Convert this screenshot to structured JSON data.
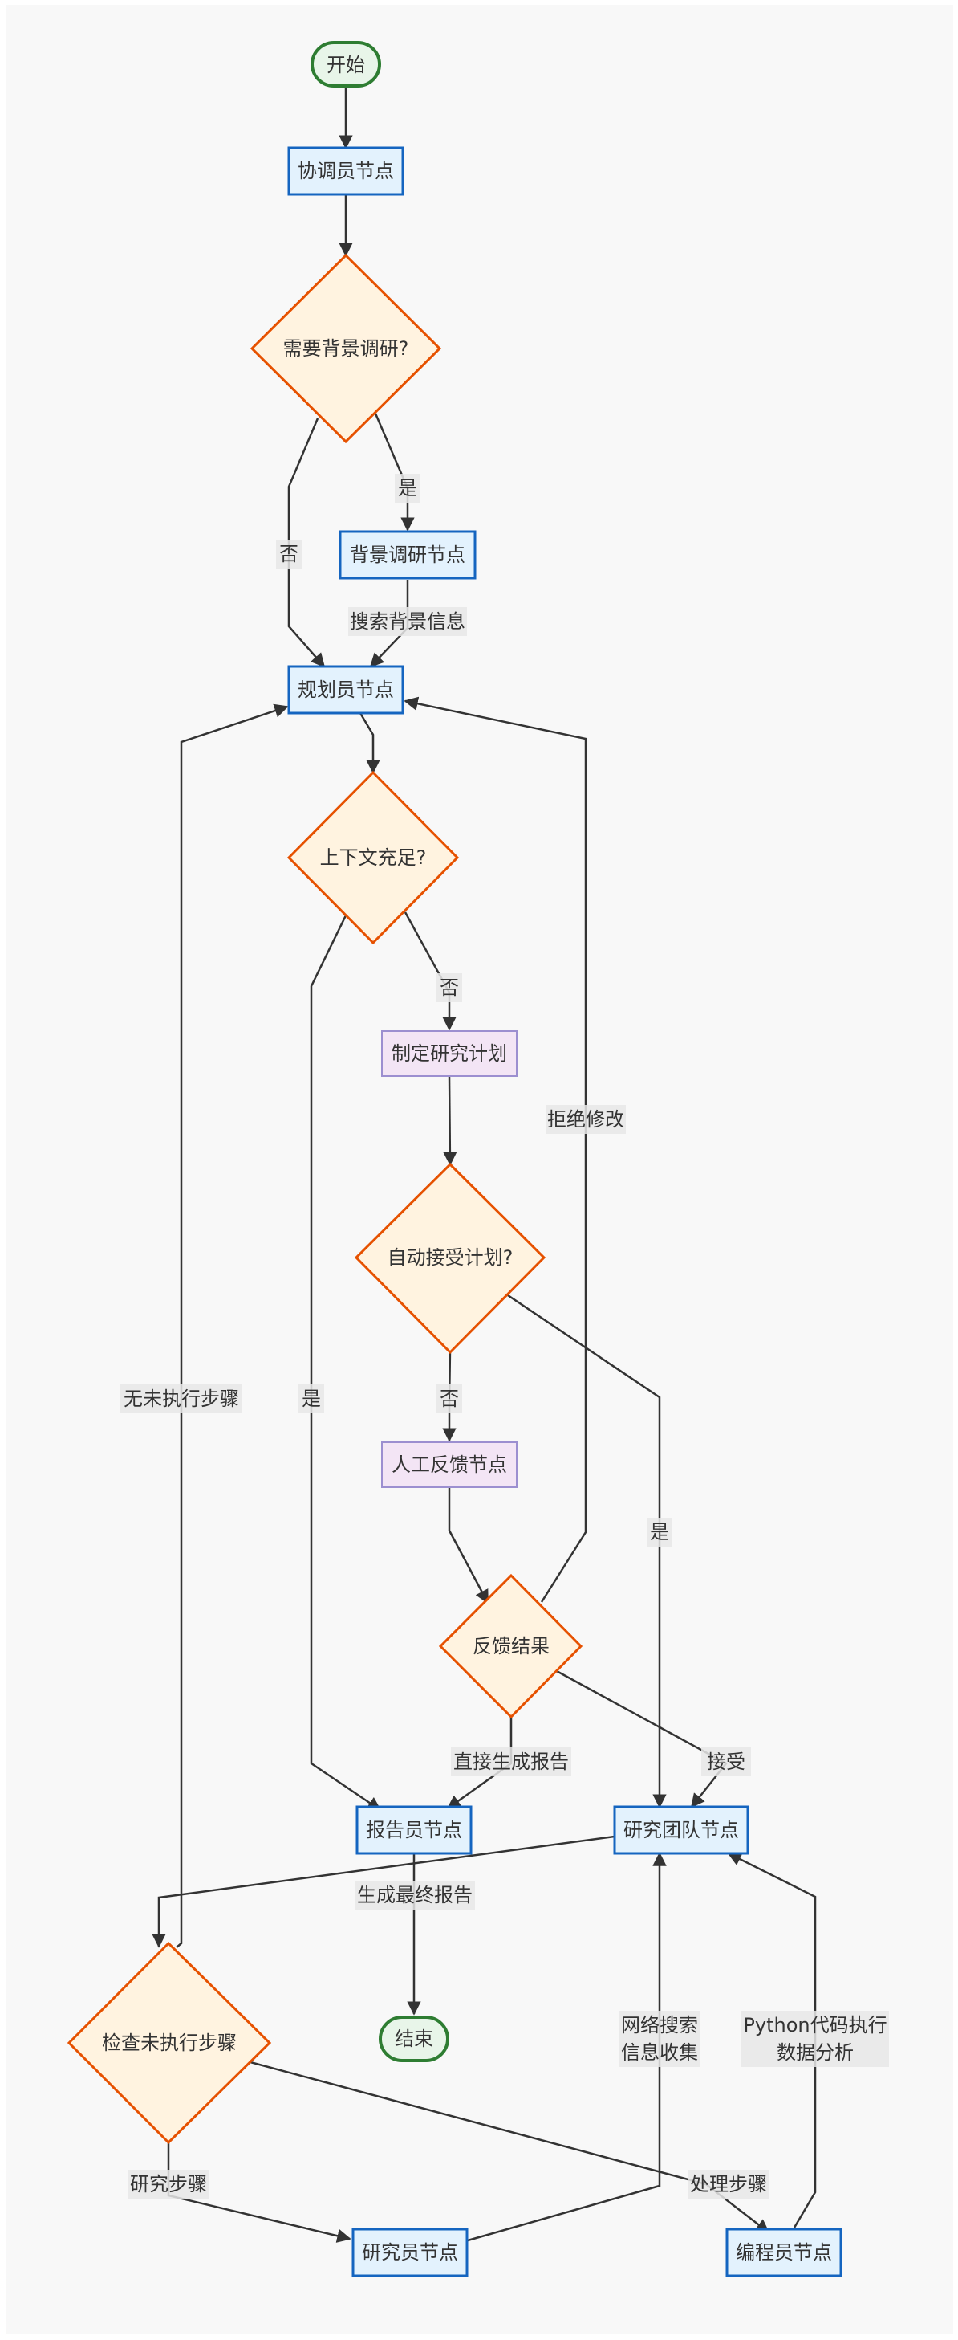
{
  "diagram": {
    "nodes": {
      "start": {
        "label": "开始",
        "shape": "terminal"
      },
      "coordinator": {
        "label": "协调员节点",
        "shape": "process"
      },
      "need_bg": {
        "label": "需要背景调研?",
        "shape": "decision"
      },
      "bg_research": {
        "label": "背景调研节点",
        "shape": "process"
      },
      "planner": {
        "label": "规划员节点",
        "shape": "process"
      },
      "context_ok": {
        "label": "上下文充足?",
        "shape": "decision"
      },
      "make_plan": {
        "label": "制定研究计划",
        "shape": "step"
      },
      "auto_accept": {
        "label": "自动接受计划?",
        "shape": "decision"
      },
      "human_feedback": {
        "label": "人工反馈节点",
        "shape": "step"
      },
      "feedback_result": {
        "label": "反馈结果",
        "shape": "decision"
      },
      "reporter": {
        "label": "报告员节点",
        "shape": "process"
      },
      "research_team": {
        "label": "研究团队节点",
        "shape": "process"
      },
      "check_steps": {
        "label": "检查未执行步骤",
        "shape": "decision"
      },
      "end": {
        "label": "结束",
        "shape": "terminal"
      },
      "researcher": {
        "label": "研究员节点",
        "shape": "process"
      },
      "coder": {
        "label": "编程员节点",
        "shape": "process"
      }
    },
    "edge_labels": {
      "yes_bg": "是",
      "no_bg": "否",
      "search_bg": "搜索背景信息",
      "no_context": "否",
      "yes_context": "是",
      "reject": "拒绝修改",
      "no_auto": "否",
      "yes_auto": "是",
      "no_steps": "无未执行步骤",
      "direct_report": "直接生成报告",
      "accept": "接受",
      "final_report": "生成最终报告",
      "web_search_1": "网络搜索",
      "web_search_2": "信息收集",
      "python_1": "Python代码执行",
      "python_2": "数据分析",
      "research_step": "研究步骤",
      "process_step": "处理步骤"
    },
    "colors": {
      "background": "#f8f8f8",
      "process_fill": "#e3f2fd",
      "process_stroke": "#1565c0",
      "decision_fill": "#fff3e0",
      "decision_stroke": "#e65100",
      "step_fill": "#f3e5f5",
      "step_stroke": "#9c8fd0",
      "terminal_fill": "#e8f5e9",
      "terminal_stroke": "#2e7d32",
      "edge": "#333333"
    }
  }
}
